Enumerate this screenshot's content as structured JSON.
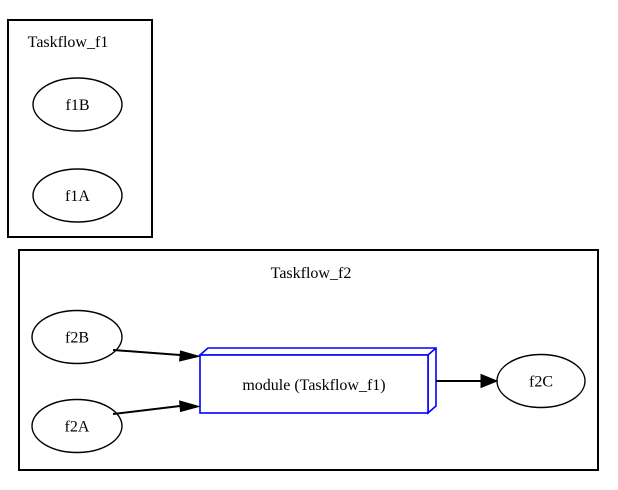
{
  "diagram": {
    "type": "graphviz-digraph",
    "background_color": "#ffffff",
    "default_stroke_color": "#000000",
    "module_accent_color": "#0000ff",
    "clusters": [
      {
        "id": "cluster_f1",
        "label": "Taskflow_f1",
        "nodes": [
          {
            "id": "f1B",
            "label": "f1B",
            "shape": "ellipse"
          },
          {
            "id": "f1A",
            "label": "f1A",
            "shape": "ellipse"
          }
        ]
      },
      {
        "id": "cluster_f2",
        "label": "Taskflow_f2",
        "nodes": [
          {
            "id": "f2B",
            "label": "f2B",
            "shape": "ellipse"
          },
          {
            "id": "f2A",
            "label": "f2A",
            "shape": "ellipse"
          },
          {
            "id": "module_f1",
            "label": "module (Taskflow_f1)",
            "shape": "box3d"
          },
          {
            "id": "f2C",
            "label": "f2C",
            "shape": "ellipse"
          }
        ]
      }
    ],
    "edges": [
      {
        "from": "f2B",
        "to": "module_f1",
        "arrowhead": "normal"
      },
      {
        "from": "f2A",
        "to": "module_f1",
        "arrowhead": "normal"
      },
      {
        "from": "module_f1",
        "to": "f2C",
        "arrowhead": "normal"
      }
    ]
  }
}
